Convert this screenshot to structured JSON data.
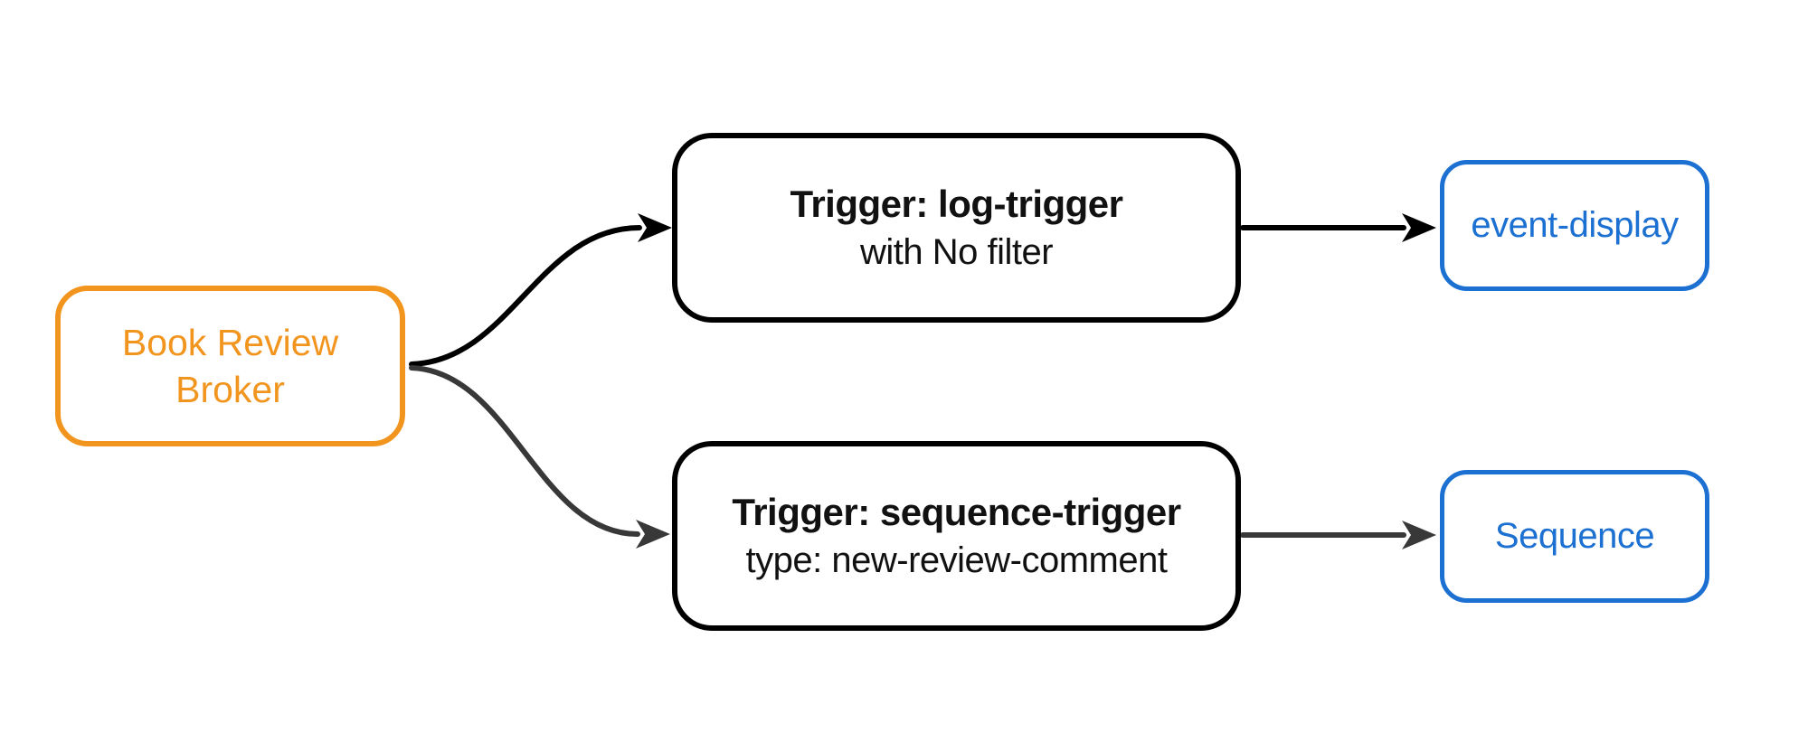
{
  "diagram": {
    "type": "flowchart",
    "direction": "left-to-right",
    "background": "#ffffff"
  },
  "colors": {
    "broker_accent": "#F2951F",
    "service_accent": "#1B70D2",
    "edge_primary": "#000000",
    "edge_secondary": "#383838",
    "trigger_border": "#000000",
    "trigger_text": "#111111"
  },
  "nodes": {
    "broker": {
      "label": "Book Review Broker"
    },
    "trigger_log": {
      "title": "Trigger: log-trigger",
      "subtitle": "with No filter"
    },
    "trigger_sequence": {
      "title": "Trigger: sequence-trigger",
      "subtitle": "type: new-review-comment"
    },
    "event_display": {
      "label": "event-display"
    },
    "sequence": {
      "label": "Sequence"
    }
  },
  "edges": [
    {
      "from": "broker",
      "to": "trigger_log",
      "style": "curved",
      "color": "#000000"
    },
    {
      "from": "broker",
      "to": "trigger_sequence",
      "style": "curved",
      "color": "#383838"
    },
    {
      "from": "trigger_log",
      "to": "event_display",
      "style": "straight",
      "color": "#000000"
    },
    {
      "from": "trigger_sequence",
      "to": "sequence",
      "style": "straight",
      "color": "#383838"
    }
  ]
}
